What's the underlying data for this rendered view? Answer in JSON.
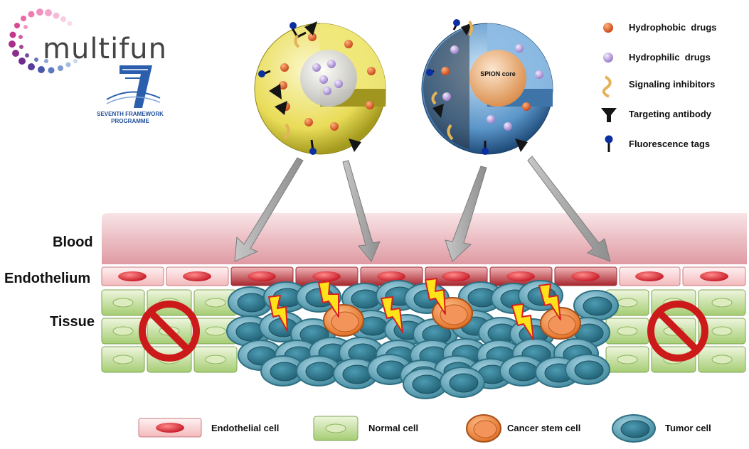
{
  "logo": {
    "brand_text": "multifun",
    "program_line1": "SEVENTH FRAMEWORK",
    "program_line2": "PROGRAMME",
    "program_number": "7"
  },
  "nanoparticles": {
    "core_label": "SPION core"
  },
  "key": {
    "items": [
      {
        "label": "Hydrophobic  drugs",
        "icon": "hydrophobic-drug-icon",
        "color": "#d9502a"
      },
      {
        "label": "Hydrophilic  drugs",
        "icon": "hydrophilic-drug-icon",
        "color": "#b79bd9"
      },
      {
        "label": "Signaling inhibitors",
        "icon": "signaling-inhibitor-icon",
        "color": "#e3b35a"
      },
      {
        "label": "Targeting antibody",
        "icon": "targeting-antibody-icon",
        "color": "#222222"
      },
      {
        "label": "Fluorescence tags",
        "icon": "fluorescence-tag-icon",
        "color": "#0b2fa0"
      }
    ]
  },
  "zones": {
    "blood": "Blood",
    "endothelium": "Endothelium",
    "tissue": "Tissue"
  },
  "legend": {
    "items": [
      {
        "label": "Endothelial cell",
        "icon": "endothelial-cell-icon"
      },
      {
        "label": "Normal cell",
        "icon": "normal-cell-icon"
      },
      {
        "label": "Cancer stem cell",
        "icon": "cancer-stem-cell-icon"
      },
      {
        "label": "Tumor cell",
        "icon": "tumor-cell-icon"
      }
    ]
  },
  "colors": {
    "blood": "#e6a3ab",
    "endothelial": "#e0343f",
    "normal_cell": "#a6cf72",
    "tumor_cell": "#4e97ad",
    "stem_cell": "#f08f3a",
    "arrow": "#a0a0a0",
    "prohibit": "#d01818"
  }
}
